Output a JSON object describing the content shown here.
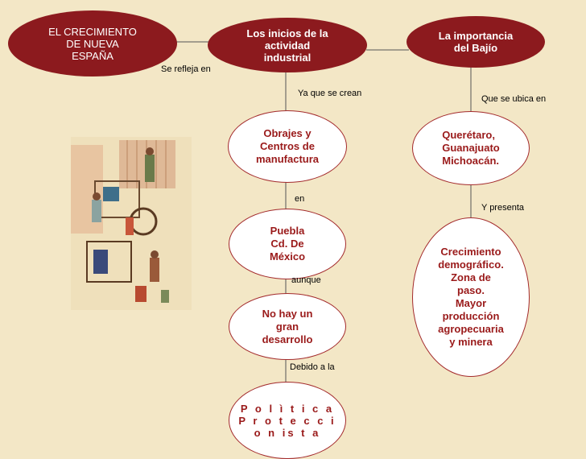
{
  "nodes": {
    "root": "EL CRECIMIENTO\nDE NUEVA\nESPAÑA",
    "inicios": "Los inicios de la\nactividad\nindustrial",
    "bajio": "La importancia\ndel Bajío",
    "obrajes": "Obrajes y\nCentros de\nmanufactura",
    "queretaro": "Querétaro,\nGuanajuato\nMichoacán.",
    "puebla": "Puebla\nCd. De\nMéxico",
    "crecimiento": "Crecimiento\ndemográfico.\nZona de\npaso.\nMayor\nproducción\nagropecuaria\ny minera",
    "desarrollo": "No hay un\ngran\ndesarrollo",
    "politica": "P o l ì t i c a\nP r o t e c c i\no n is t a"
  },
  "links": {
    "se_refleja": "Se refleja en",
    "ya_que": "Ya que se crean",
    "que_se_ubica": "Que se ubica en",
    "en": "en",
    "y_presenta": "Y presenta",
    "aunque": "aunque",
    "debido": "Debido a la"
  },
  "colors": {
    "background": "#f3e7c6",
    "dark_node": "#8c1a1e",
    "node_border": "#a32a2c",
    "node_text": "#9a1a1a"
  }
}
